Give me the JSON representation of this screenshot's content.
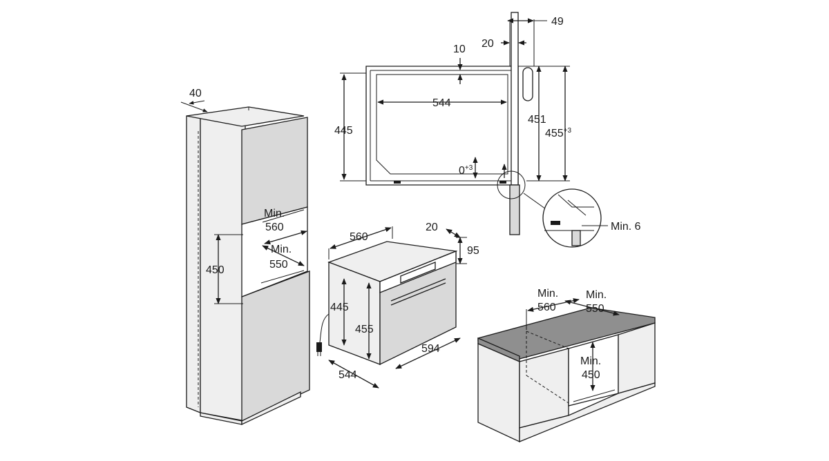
{
  "tall_cabinet": {
    "panel_depth": "40",
    "niche_width_label": "Min.",
    "niche_width_value": "560",
    "niche_depth_label": "Min.",
    "niche_depth_value": "550",
    "niche_height": "450"
  },
  "top_section": {
    "door_gap": "10",
    "offset_20": "20",
    "offset_49": "49",
    "inner_width": "544",
    "height_445": "445",
    "height_451": "451",
    "height_455": "455",
    "height_455_tol": "+3",
    "adjust_0": "0",
    "adjust_0_tol": "+3",
    "detail_min_label": "Min. 6"
  },
  "oven": {
    "width": "560",
    "panel_20": "20",
    "panel_95": "95",
    "height_445": "445",
    "height_455": "455",
    "depth_544": "544",
    "front_594": "594"
  },
  "base_cabinet": {
    "width_label": "Min.",
    "width_value": "560",
    "depth_label": "Min.",
    "depth_value": "550",
    "height_label": "Min.",
    "height_value": "450"
  }
}
